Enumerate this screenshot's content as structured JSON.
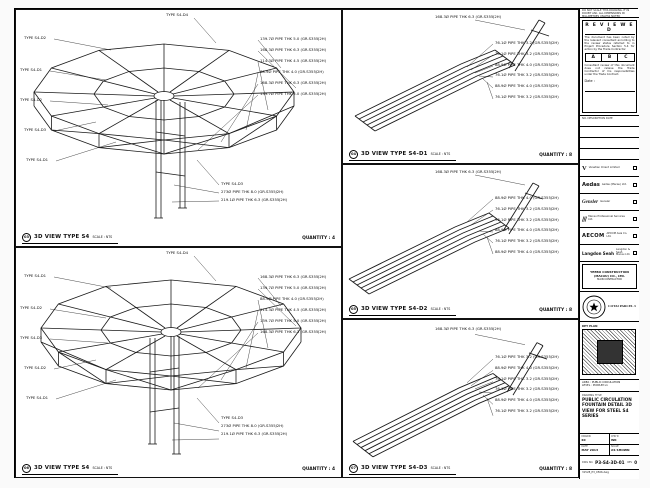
{
  "panels": [
    {
      "num": "03",
      "title": "3D VIEW TYPE S4",
      "scale": "SCALE : NTS",
      "quantity": "QUANTITY : 4",
      "label_top": "TYPE S4-D4",
      "labels_left": [
        "TYPE S4-D2",
        "TYPE S4-D1",
        "TYPE S4-D2",
        "TYPE S4-D3",
        "TYPE S4-D1"
      ],
      "labels_right": [
        "139.7Ø PIPE THK 5.0 (GR.S355J2H)",
        "168.3Ø PIPE THK 6.3 (GR.S355J2H)",
        "114.3Ø PIPE THK 4.5 (GR.S355J2H)",
        "88.9Ø PIPE THK 4.0 (GR.S355J2H)",
        "168.3Ø PIPE THK 6.3 (GR.S355J2H)",
        "139.7Ø PIPE THK 5.0 (GR.S355J2H)"
      ],
      "labels_bottom": [
        "TYPE S4-D3",
        "273Ø PIPE THK 8.0 (GR.S355J2H)",
        "219.1Ø PIPE THK 6.3 (GR.S355J2H)"
      ]
    },
    {
      "num": "06",
      "title": "3D VIEW TYPE S4",
      "scale": "SCALE : NTS",
      "quantity": "QUANTITY : 4",
      "label_top": "TYPE S4-D4",
      "labels_left": [
        "TYPE S4-D1",
        "TYPE S4-D2",
        "TYPE S4-D3",
        "TYPE S4-D2",
        "TYPE S4-D1"
      ],
      "labels_right": [
        "168.3Ø PIPE THK 6.3 (GR.S355J2H)",
        "139.7Ø PIPE THK 5.0 (GR.S355J2H)",
        "88.9Ø PIPE THK 4.0 (GR.S355J2H)",
        "114.3Ø PIPE THK 4.5 (GR.S355J2H)",
        "139.7Ø PIPE THK 5.0 (GR.S355J2H)",
        "168.3Ø PIPE THK 6.3 (GR.S355J2H)"
      ],
      "labels_bottom": [
        "TYPE S4-D3",
        "273Ø PIPE THK 8.0 (GR.S355J2H)",
        "219.1Ø PIPE THK 6.3 (GR.S355J2H)"
      ]
    },
    {
      "num": "04",
      "title": "3D VIEW TYPE S4-D1",
      "scale": "SCALE : NTS",
      "quantity": "QUANTITY : 8",
      "label_top": "168.3Ø PIPE THK 6.3 (GR.S355J2H)",
      "labels_right": [
        "76.1Ø PIPE THK 3.2 (GR.S355J2H)",
        "76.1Ø PIPE THK 3.2 (GR.S355J2H)",
        "88.9Ø PIPE THK 4.0 (GR.S355J2H)",
        "76.1Ø PIPE THK 3.2 (GR.S355J2H)",
        "88.9Ø PIPE THK 4.0 (GR.S355J2H)",
        "76.1Ø PIPE THK 3.2 (GR.S355J2H)"
      ]
    },
    {
      "num": "05",
      "title": "3D VIEW TYPE S4-D2",
      "scale": "SCALE : NTS",
      "quantity": "QUANTITY : 8",
      "label_top": "168.3Ø PIPE THK 6.3 (GR.S355J2H)",
      "labels_right": [
        "88.9Ø PIPE THK 4.0 (GR.S355J2H)",
        "76.1Ø PIPE THK 3.2 (GR.S355J2H)",
        "76.1Ø PIPE THK 3.2 (GR.S355J2H)",
        "88.9Ø PIPE THK 4.0 (GR.S355J2H)",
        "76.1Ø PIPE THK 3.2 (GR.S355J2H)",
        "88.9Ø PIPE THK 4.0 (GR.S355J2H)"
      ]
    },
    {
      "num": "07",
      "title": "3D VIEW TYPE S4-D3",
      "scale": "SCALE : NTS",
      "quantity": "QUANTITY : 8",
      "label_top": "168.3Ø PIPE THK 6.3 (GR.S355J2H)",
      "labels_right": [
        "76.1Ø PIPE THK 3.2 (GR.S355J2H)",
        "88.9Ø PIPE THK 4.0 (GR.S355J2H)",
        "76.1Ø PIPE THK 3.2 (GR.S355J2H)",
        "76.1Ø PIPE THK 3.2 (GR.S355J2H)",
        "88.9Ø PIPE THK 4.0 (GR.S355J2H)",
        "76.1Ø PIPE THK 3.2 (GR.S355J2H)"
      ]
    }
  ],
  "titleblock": {
    "note": "DO NOT SCALE THIS DRAWING. IF IN DOUBT ASK. ALL DIMENSIONS IN MILLIMETRES UNLESS NOTED OTHERWISE.",
    "reviewed": {
      "title": "R E V I E W E D",
      "body1": "The document has been noted by the relevant consultant according to the review status referred to in Project Procedure Section 5.4 for action by the Trade Contractor.",
      "options": [
        "A",
        "B",
        "C"
      ],
      "body2": "Consultant review of this document does not relieve the Trade Contractor of his responsibilities under the Trade Contract.",
      "date_label": "Date :"
    },
    "revisions_header": "NO.  DESCRIPTION  DATE",
    "consultants": [
      {
        "logo": "V",
        "name": "Venetian Orient Limited"
      },
      {
        "logo": "Aedas",
        "name": "Aedas (Macau) Ltd."
      },
      {
        "logo": "Gensler",
        "name": "Gensler"
      },
      {
        "logo": "///",
        "name": "Macau Professional Services Ltd."
      },
      {
        "logo": "AECOM",
        "name": "AECOM Asia Co. Ltd."
      },
      {
        "logo": "Langdon Seah",
        "name": "Langdon & Seah Macau Ltd."
      }
    ],
    "contractor": {
      "line1": "YEEBO CONSTRUCTION",
      "line2": "(MACAU) CO., LTD.",
      "line3": "MAIN CONTRACTOR"
    },
    "seal_text": "COTAI PARCEL 3",
    "keyplan_label": "KEY PLAN",
    "location_lines": [
      "AREA : PUBLIC CIRCULATION",
      "LEVEL : PODIUM L1"
    ],
    "title_label": "DRAWING TITLE",
    "title_lines": [
      "PUBLIC CIRCULATION",
      "FOUNTAIN DETAIL 3D",
      "VIEW FOR STEEL S4 SERIES"
    ],
    "meta": [
      {
        "label": "DRAWN",
        "value": "KC"
      },
      {
        "label": "CHK'D",
        "value": "WK"
      },
      {
        "label": "DATE",
        "value": "MAY 2013"
      },
      {
        "label": "SCALE",
        "value": "AS SHOWN"
      }
    ],
    "dwg": {
      "label": "DWG NO.",
      "value": "P3-S4-3D-01",
      "rev_label": "REV",
      "rev": "0"
    },
    "file": "31528_P3_0506.dwg"
  }
}
